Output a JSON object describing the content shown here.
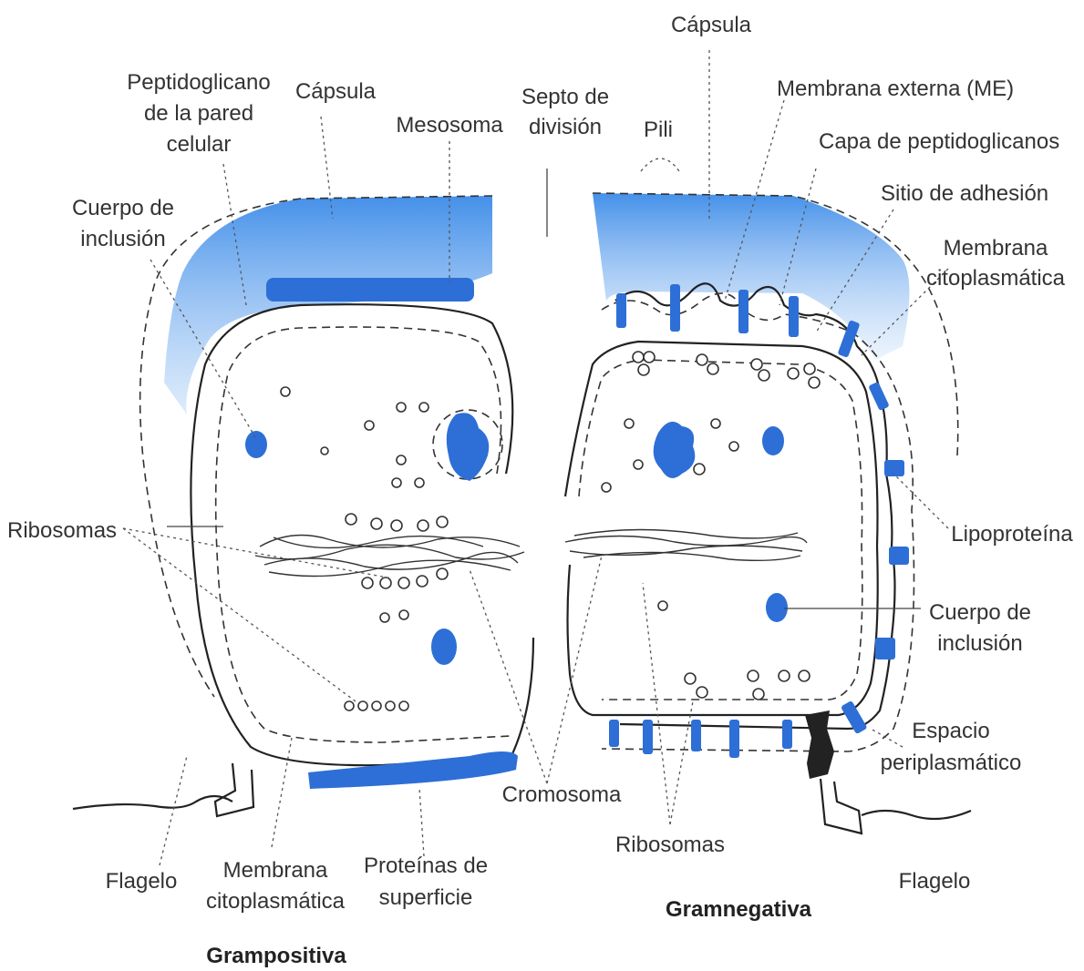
{
  "labels": {
    "left": {
      "peptidoglicano": [
        "Peptidoglicano",
        "de la pared",
        "celular"
      ],
      "capsula": "Cápsula",
      "mesosoma": "Mesosoma",
      "cuerpo_inclusion": [
        "Cuerpo de",
        "inclusión"
      ],
      "ribosomas": "Ribosomas",
      "flagelo": "Flagelo",
      "membrana_citoplasmatica": [
        "Membrana",
        "citoplasmática"
      ],
      "proteinas_superficie": [
        "Proteínas de",
        "superficie"
      ],
      "title": "Grampositiva"
    },
    "center": {
      "septo": [
        "Septo de",
        "división"
      ],
      "cromosoma": "Cromosoma",
      "ribosomas": "Ribosomas"
    },
    "right": {
      "capsula": "Cápsula",
      "pili": "Pili",
      "membrana_externa": "Membrana externa (ME)",
      "capa_peptidoglicanos": "Capa de peptidoglicanos",
      "sitio_adhesion": "Sitio de adhesión",
      "membrana_citoplasmatica": [
        "Membrana",
        "citoplasmática"
      ],
      "lipoproteina": "Lipoproteína",
      "cuerpo_inclusion": [
        "Cuerpo de",
        "inclusión"
      ],
      "espacio_periplasmatico": [
        "Espacio",
        "periplasmático"
      ],
      "flagelo": "Flagelo",
      "title": "Gramnegativa"
    }
  },
  "colors": {
    "capsule_blue": "#3a8ae8",
    "structure_blue": "#2d6fd6",
    "outline": "#333333",
    "flagellum_base": "#222222"
  }
}
